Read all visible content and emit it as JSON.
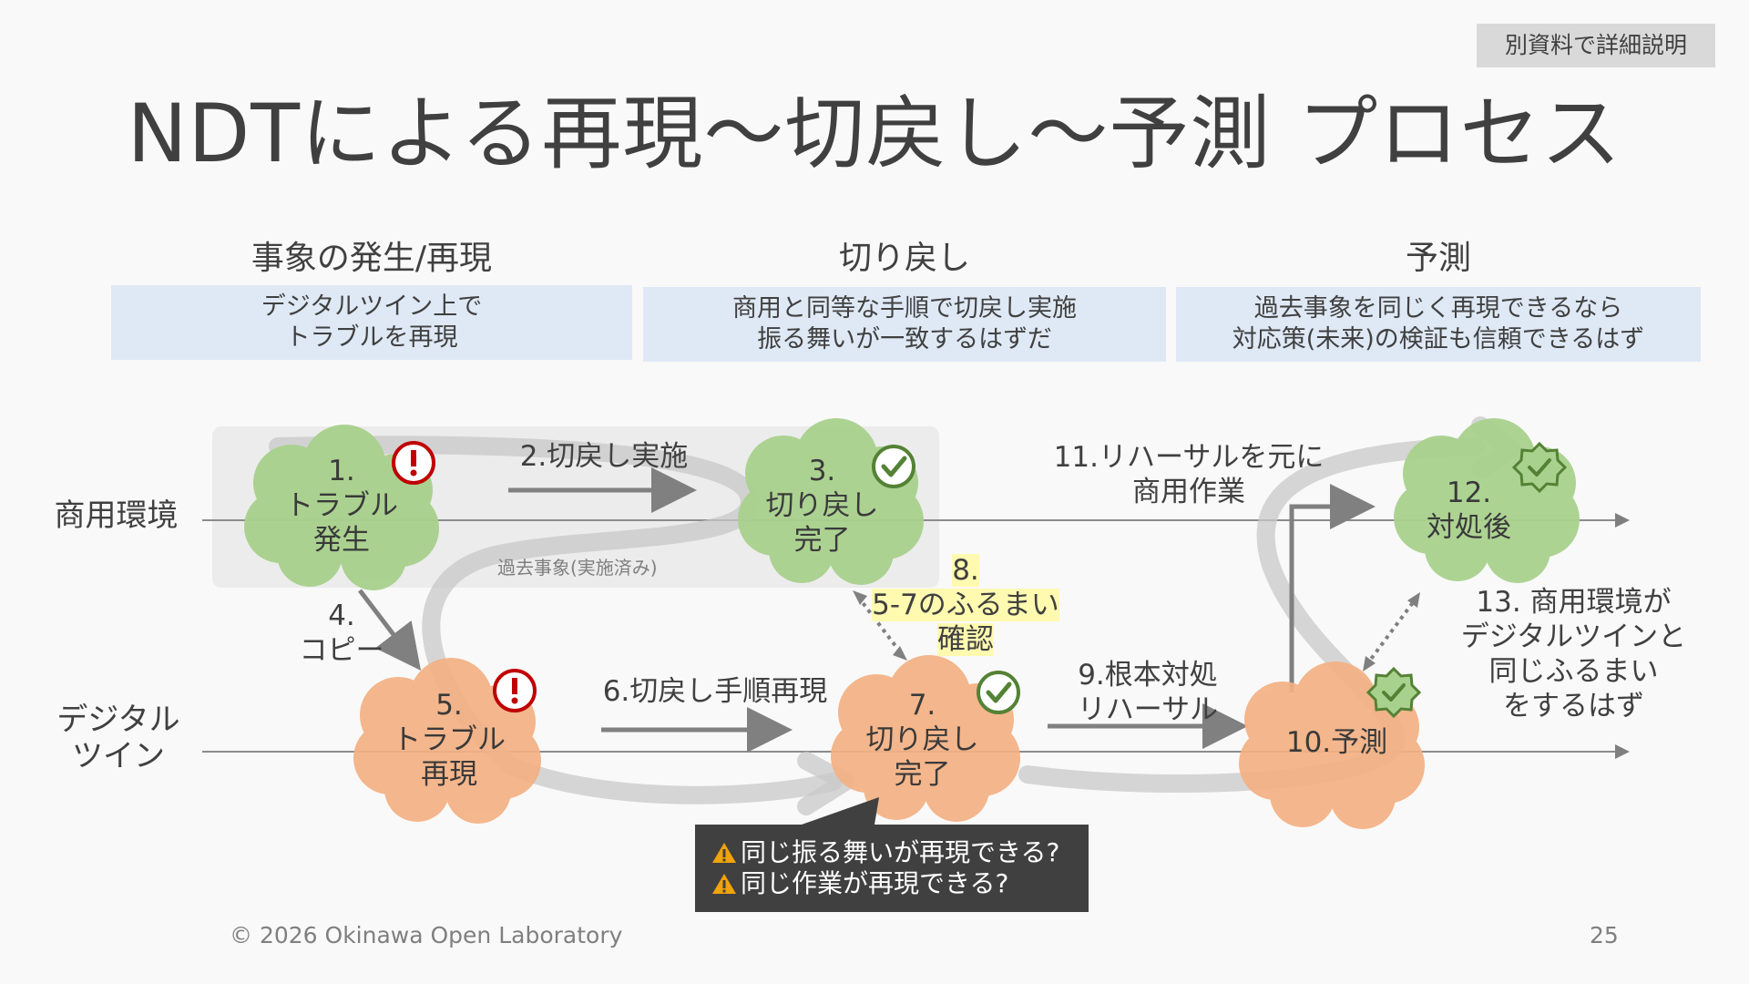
{
  "note_badge": "別資料で詳細説明",
  "title": "NDTによる再現〜切戻し〜予測 プロセス",
  "phases": [
    {
      "title": "事象の発生/再現",
      "lines": [
        "デジタルツイン上で",
        "トラブルを再現"
      ]
    },
    {
      "title": "切り戻し",
      "lines": [
        "商用と同等な手順で切戻し実施",
        "振る舞いが一致するはずだ"
      ]
    },
    {
      "title": "予測",
      "lines": [
        "過去事象を同じく再現できるなら",
        "対応策(未来)の検証も信頼できるはず"
      ]
    }
  ],
  "rows": {
    "commercial": "商用環境",
    "digital_twin": [
      "デジタル",
      "ツイン"
    ]
  },
  "past_label": "過去事象(実施済み)",
  "nodes": {
    "n1": [
      "1.",
      "トラブル",
      "発生"
    ],
    "n3": [
      "3.",
      "切り戻し",
      "完了"
    ],
    "n5": [
      "5.",
      "トラブル",
      "再現"
    ],
    "n7": [
      "7.",
      "切り戻し",
      "完了"
    ],
    "n10": [
      "10.予測"
    ],
    "n12": [
      "12.",
      "対処後"
    ]
  },
  "steps": {
    "s2": "2.切戻し実施",
    "s4": [
      "4.",
      "コピー"
    ],
    "s6": "6.切戻し手順再現",
    "s8": [
      "8.",
      "5-7のふるまい",
      "確認"
    ],
    "s9": [
      "9.根本対処",
      "リハーサル"
    ],
    "s11": [
      "11.リハーサルを元に",
      "商用作業"
    ],
    "s13": [
      "13. 商用環境が",
      "デジタルツインと",
      "同じふるまい",
      "をするはず"
    ]
  },
  "callout": [
    "同じ振る舞いが再現できる?",
    "同じ作業が再現できる?"
  ],
  "footer": {
    "copyright": "© 2026 Okinawa Open Laboratory",
    "page": "25"
  },
  "colors": {
    "green_cloud": "#a9d18e",
    "orange_cloud": "#f4b183",
    "phase_box": "#dfe9f5",
    "alert_red": "#c00000",
    "check_green": "#548235",
    "highlight": "#fffab0",
    "callout_bg": "#404040"
  },
  "icons": [
    "alert-icon",
    "check-icon",
    "badge-check-icon",
    "warning-icon"
  ]
}
